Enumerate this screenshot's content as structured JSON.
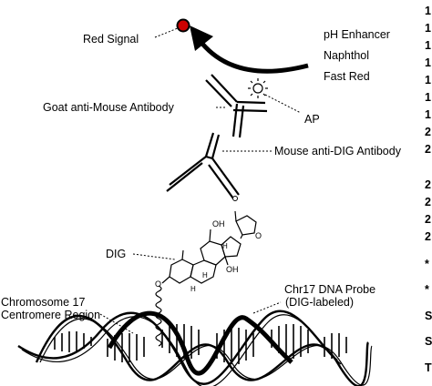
{
  "labels": {
    "red_signal": "Red Signal",
    "ph_enhancer": "pH Enhancer",
    "naphthol": "Naphthol",
    "fast_red": "Fast Red",
    "goat_antibody": "Goat anti-Mouse Antibody",
    "ap": "AP",
    "mouse_antibody": "Mouse anti-DIG Antibody",
    "dig": "DIG",
    "chr17_probe_line1": "Chr17 DNA Probe",
    "chr17_probe_line2": "(DIG-labeled)",
    "centromere_line1": "Chromosome 17",
    "centromere_line2": "Centromere Region",
    "oh": "OH",
    "o": "O",
    "h": "H"
  },
  "right_edge_fragments": [
    "1",
    "1",
    "1",
    "1",
    "1",
    "1",
    "1",
    "2",
    "2",
    "2",
    "2",
    "2",
    "2",
    "*",
    "*",
    "S",
    "S",
    "T"
  ],
  "colors": {
    "signal_dot": "#cc0000",
    "stroke": "#000000"
  }
}
